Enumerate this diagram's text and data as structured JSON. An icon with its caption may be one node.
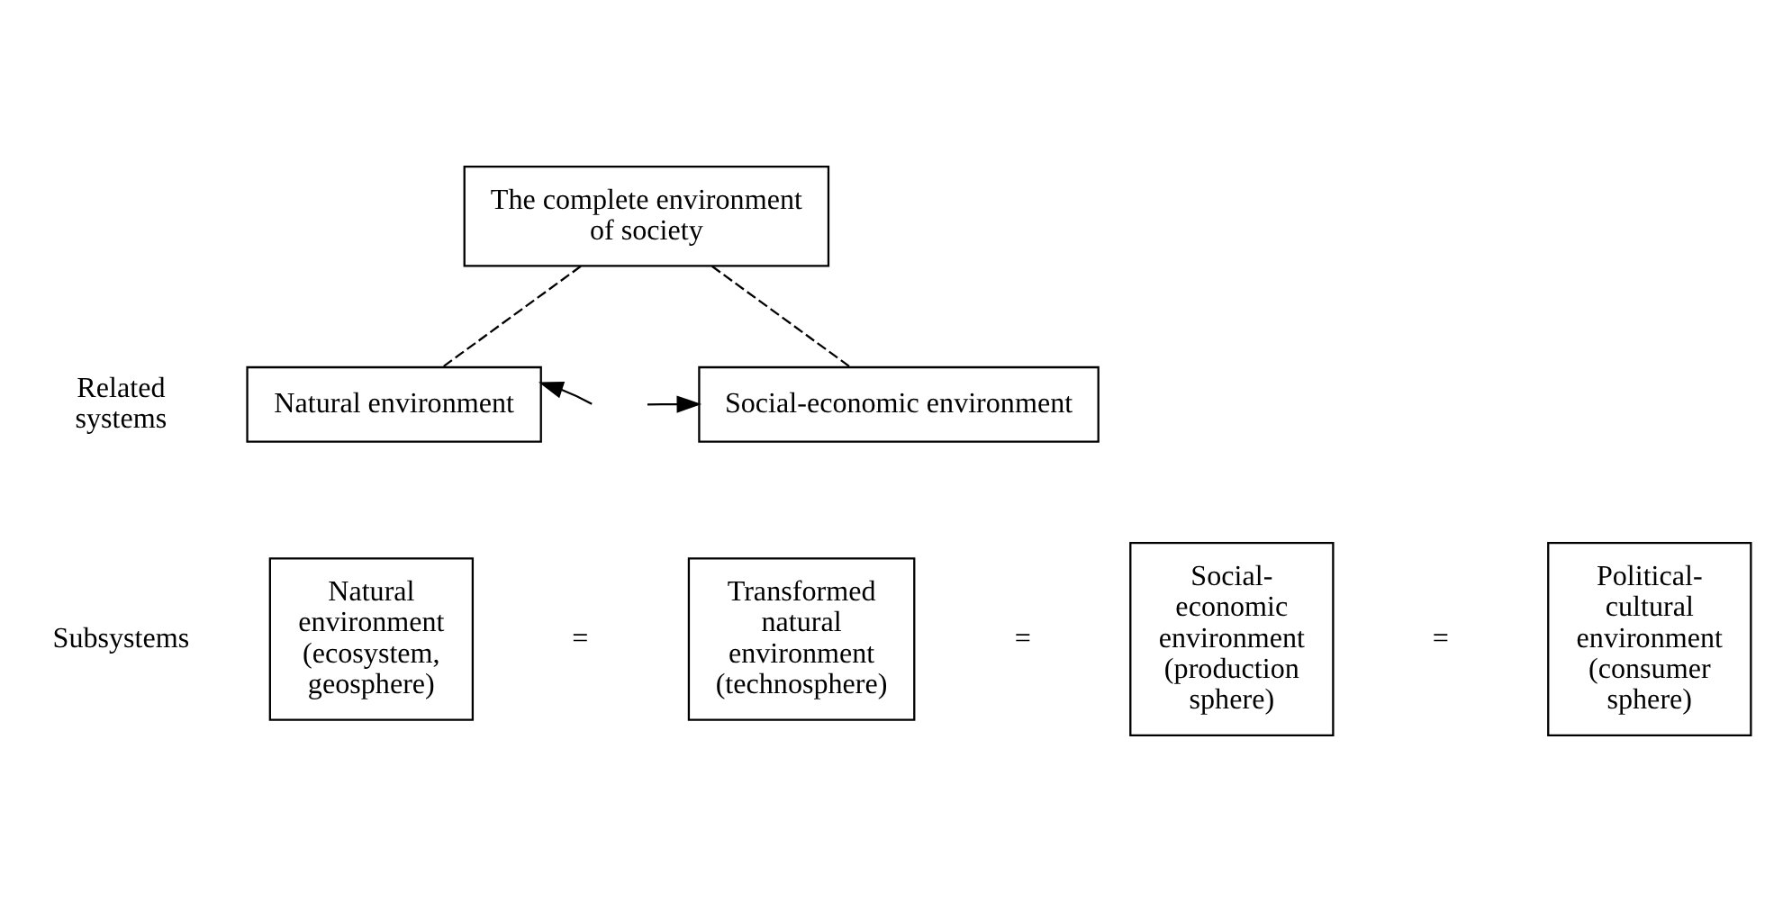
{
  "diagram": {
    "nodes": [
      {
        "text": [
          "The complete environment of society"
        ]
      },
      {
        "text": [
          "Natural environment"
        ]
      },
      {
        "text": [
          "Social-economic environment"
        ]
      },
      {
        "text": [
          "Natural environment (ecosystem, geosphere)"
        ]
      },
      {
        "text": [
          "Transformed natural environment (technosphere)"
        ]
      },
      {
        "text": [
          "Social-economic environment (production sphere)"
        ]
      },
      {
        "text": [
          "Political-cultural environment (consumer sphere)"
        ]
      }
    ],
    "edges": [
      {
        "from": 0,
        "to": 1,
        "arrow": "none",
        "style": "dashed"
      },
      {
        "from": 0,
        "to": 2,
        "arrow": "none",
        "style": "dashed"
      },
      {
        "from": null,
        "to": 1,
        "arrow": "to"
      },
      {
        "from": null,
        "to": 2,
        "arrow": "to"
      }
    ],
    "labels": [
      "Related systems",
      "Subsystems",
      "=",
      "=",
      "="
    ]
  }
}
